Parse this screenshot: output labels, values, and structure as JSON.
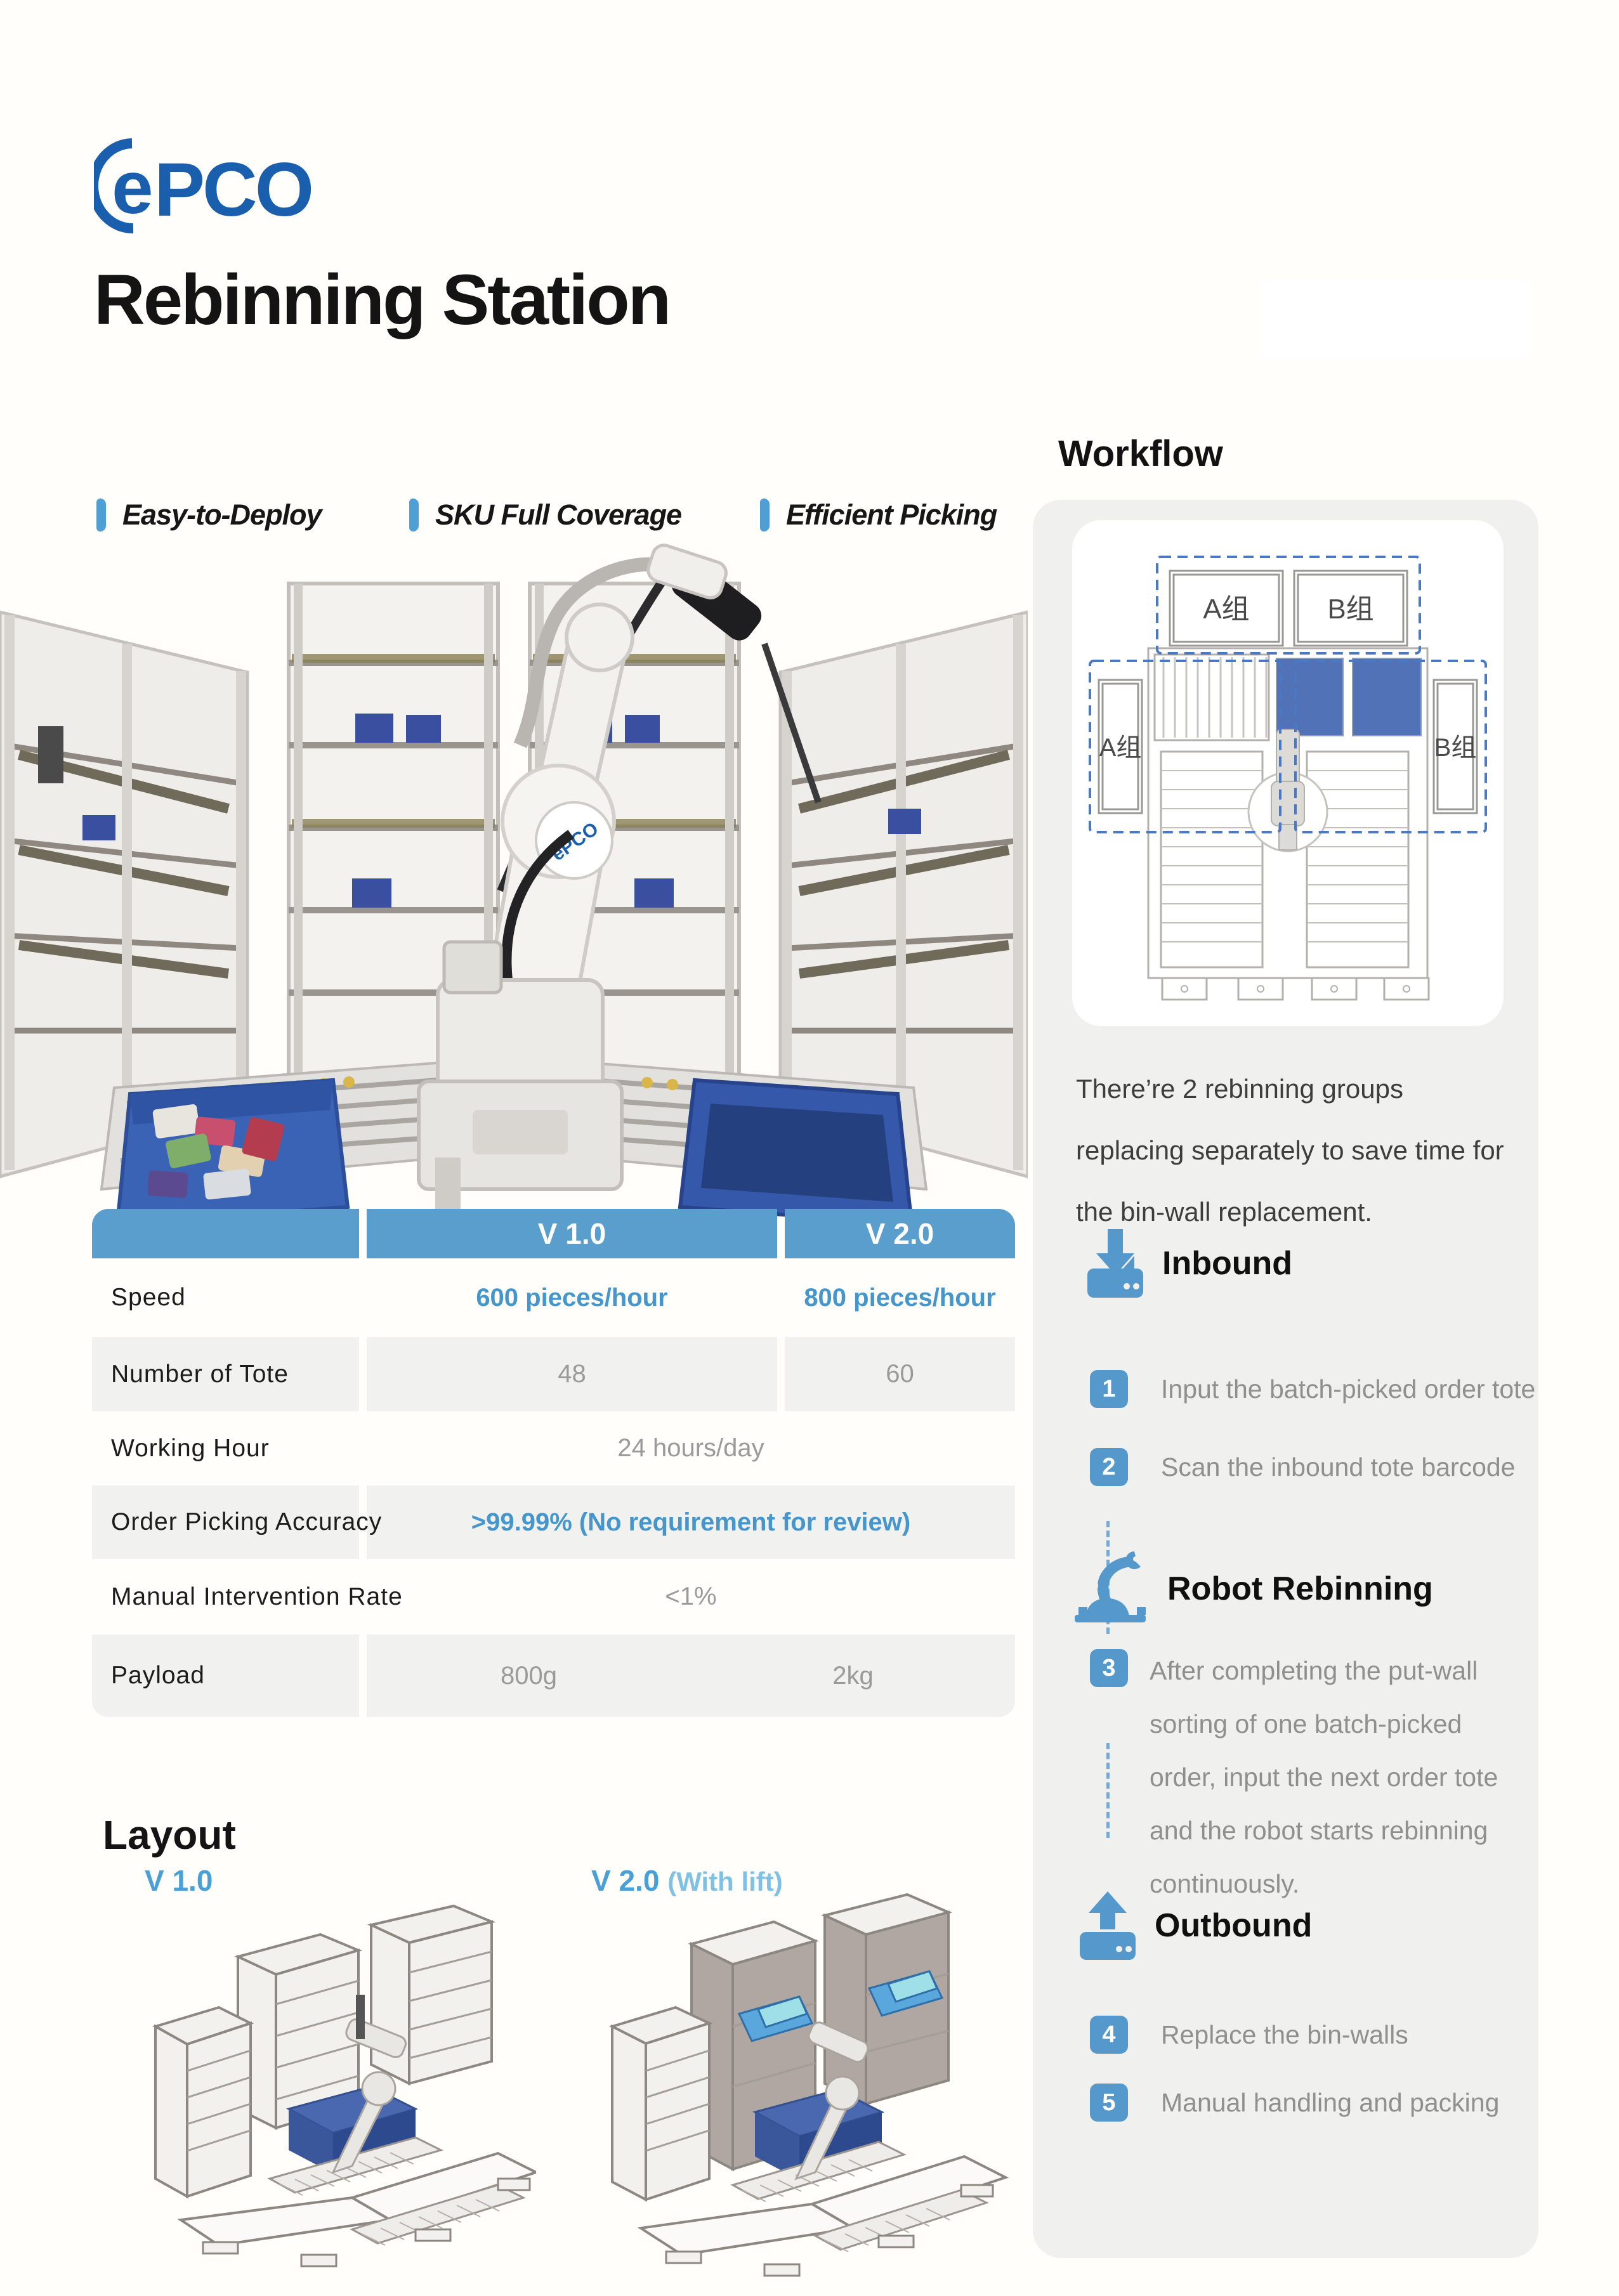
{
  "logo": {
    "alt": "ePCO",
    "e": "e",
    "rest": "PCO",
    "color": "#1a5fae"
  },
  "header": {
    "title": "Rebinning Station"
  },
  "features": [
    {
      "label": "Easy-to-Deploy"
    },
    {
      "label": "SKU Full Coverage"
    },
    {
      "label": "Efficient Picking"
    }
  ],
  "photo": {
    "robot_logo": "ePCO"
  },
  "workflow": {
    "heading": "Workflow",
    "diagram": {
      "top_left_label": "A组",
      "top_right_label": "B组",
      "side_left_label": "A组",
      "side_right_label": "B组"
    },
    "description": "There’re 2 rebinning groups replacing separately to save time for the bin-wall replacement.",
    "sections": [
      {
        "heading": "Inbound",
        "steps": [
          {
            "num": "1",
            "text": "Input the batch-picked order tote"
          },
          {
            "num": "2",
            "text": "Scan the inbound tote barcode"
          }
        ]
      },
      {
        "heading": "Robot Rebinning",
        "steps": [
          {
            "num": "3",
            "text": "After completing the put-wall sorting of one batch-picked order, input the next order tote and the robot starts rebinning continuously."
          }
        ]
      },
      {
        "heading": "Outbound",
        "steps": [
          {
            "num": "4",
            "text": "Replace the bin-walls"
          },
          {
            "num": "5",
            "text": "Manual handling and packing"
          }
        ]
      }
    ]
  },
  "spec_table": {
    "columns": {
      "c1": "V 1.0",
      "c2": "V 2.0"
    },
    "rows": {
      "speed": {
        "label": "Speed",
        "v1": "600 pieces/hour",
        "v2": "800 pieces/hour"
      },
      "tote": {
        "label": "Number of Tote",
        "v1": "48",
        "v2": "60"
      },
      "hours": {
        "label": "Working Hour",
        "value": "24 hours/day"
      },
      "accuracy": {
        "label": "Order Picking Accuracy",
        "value": ">99.99% (No requirement for review)"
      },
      "manual": {
        "label": "Manual Intervention Rate",
        "value": "<1%"
      },
      "payload": {
        "label": "Payload",
        "v1": "800g",
        "v2": "2kg"
      }
    }
  },
  "layout_section": {
    "heading": "Layout",
    "v1_label": "V 1.0",
    "v2_label": "V 2.0",
    "v2_suffix": "(With lift)"
  },
  "colors": {
    "brand_blue": "#1a5fae",
    "accent_blue": "#4596cc",
    "table_header_blue": "#5a9ecd",
    "badge_blue": "#5599cc",
    "feature_marker_blue": "#4d9fd6",
    "panel_gray": "#f0f0ee",
    "row_gray": "#f1f1ef",
    "step_text_gray": "#8f8f8f",
    "bin_blue": "#3b63b5",
    "diagram_panel_blue": "#5272b8"
  }
}
